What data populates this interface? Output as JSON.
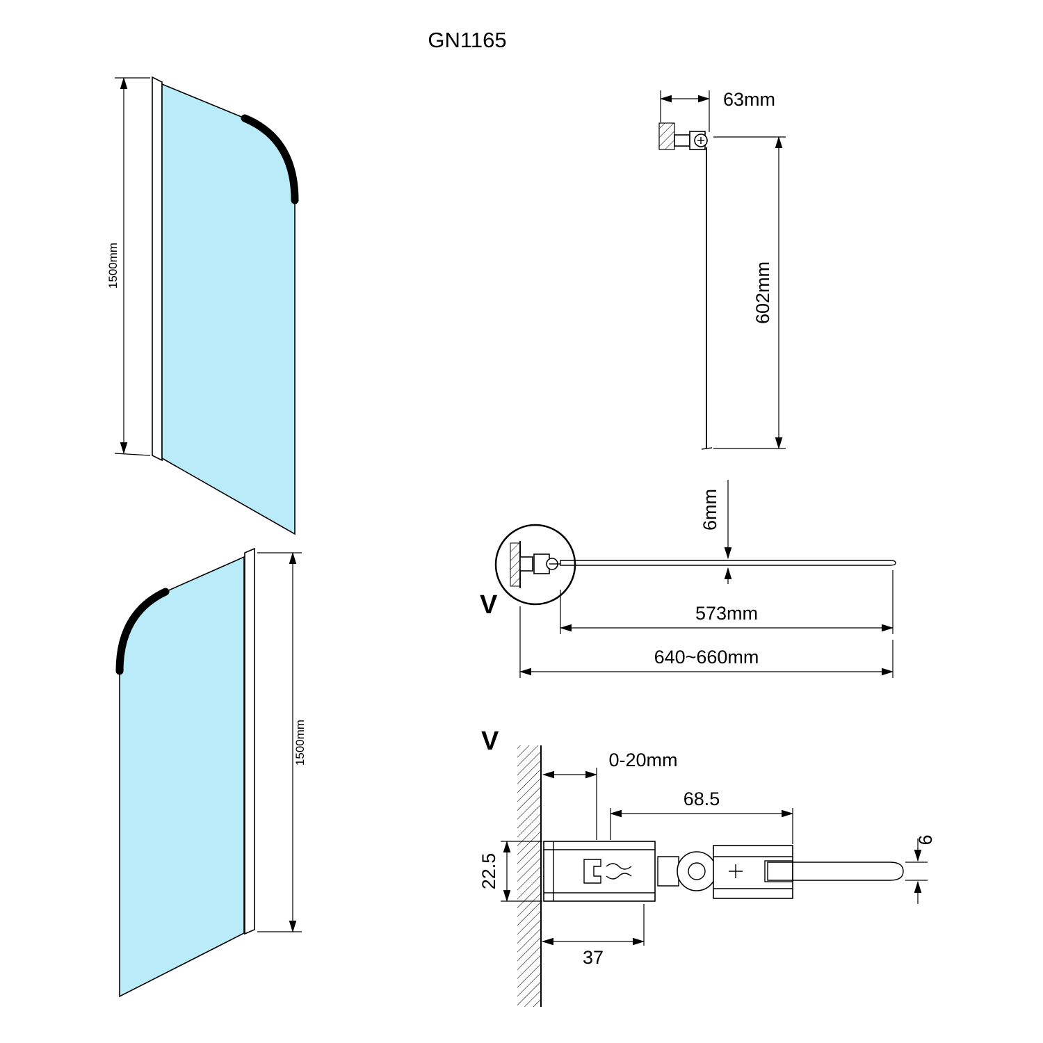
{
  "title": "GN1165",
  "colors": {
    "glass": "#b9ecf8",
    "line": "#000000",
    "background": "#ffffff"
  },
  "front_view_top": {
    "height": "1500mm"
  },
  "front_view_bottom": {
    "height": "1500mm"
  },
  "side_view": {
    "top_offset": "63mm",
    "height": "602mm"
  },
  "plan_view": {
    "glass_thickness": "6mm",
    "glass_width": "573mm",
    "overall_width": "640~660mm",
    "detail_mark": "V"
  },
  "detail_view": {
    "mark": "V",
    "wall_adjustment": "0-20mm",
    "profile_width": "68.5",
    "profile_depth": "22.5",
    "base_width": "37",
    "glass_thickness": "6"
  }
}
